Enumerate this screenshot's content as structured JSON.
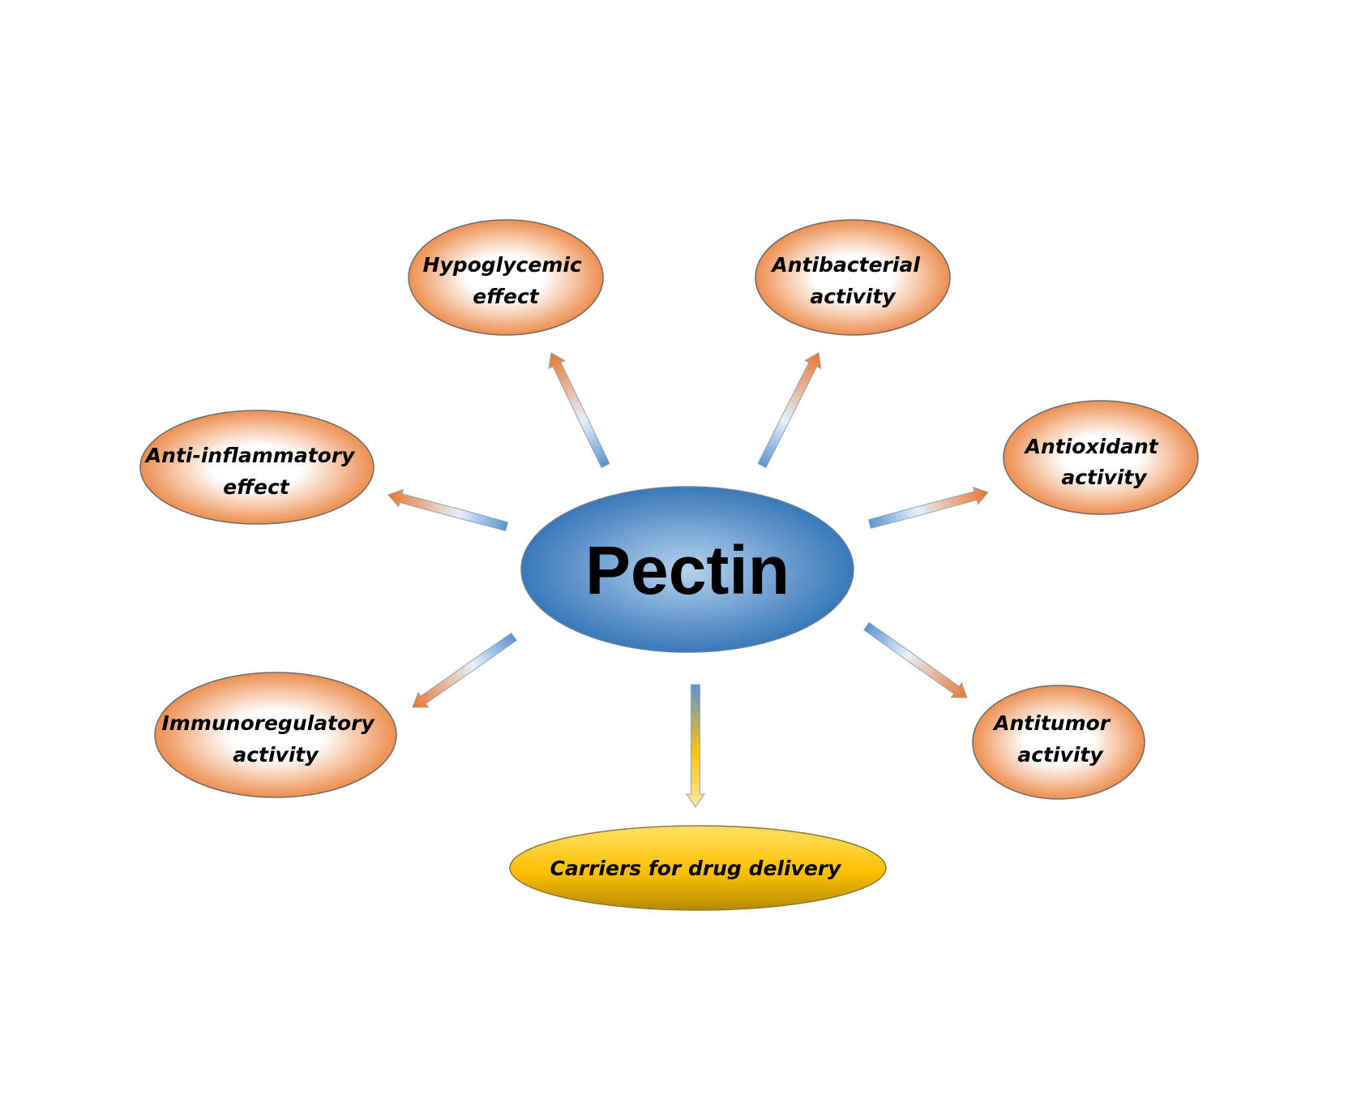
{
  "diagram": {
    "center": {
      "label": "Pectin"
    },
    "nodes": [
      {
        "id": "hypoglycemic",
        "lines": [
          "Hypoglycemic",
          "effect"
        ]
      },
      {
        "id": "antibacterial",
        "lines": [
          "Antibacterial",
          "activity"
        ]
      },
      {
        "id": "anti-inflammatory",
        "lines": [
          "Anti-inflammatory",
          "effect"
        ]
      },
      {
        "id": "antioxidant",
        "lines": [
          "Antioxidant",
          "activity"
        ]
      },
      {
        "id": "immunoregulatory",
        "lines": [
          "Immunoregulatory",
          "activity"
        ]
      },
      {
        "id": "antitumor",
        "lines": [
          "Antitumor",
          "activity"
        ]
      },
      {
        "id": "carriers",
        "lines": [
          "Carriers for drug delivery"
        ]
      }
    ],
    "colors": {
      "center_light": "#b6d3ee",
      "center_dark": "#2c6fb4",
      "leaf_light": "#ffffff",
      "leaf_dark": "#ea7c33",
      "leaf_border": "#6b6b6b",
      "carrier_light": "#ffe066",
      "carrier_mid": "#ffc000",
      "carrier_dark": "#b48a00",
      "arrow_blue": "#5b93cf",
      "arrow_orange": "#e8762d",
      "arrow_yellow": "#ffc20e"
    }
  }
}
